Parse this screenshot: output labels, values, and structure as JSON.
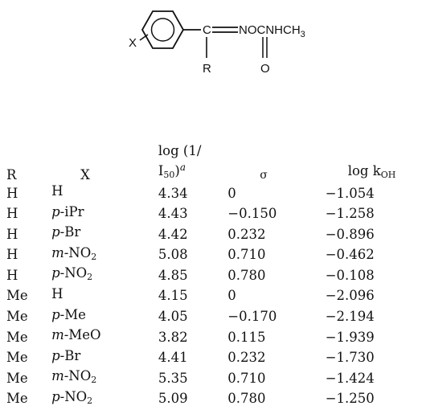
{
  "structure": {
    "substituent_label": "X",
    "r_label": "R",
    "carbon_label": "C",
    "chain_label": "NOCNHCH",
    "chain_subscript": "3",
    "carbonyl_c": "C",
    "carbonyl_o": "O"
  },
  "table": {
    "headers": {
      "r": "R",
      "x": "X",
      "log_line1": "log (1/",
      "log_line2_main": "I",
      "log_line2_sub": "50",
      "log_line2_close": ")",
      "log_footnote": "a",
      "sigma": "σ",
      "koh_main": "log k",
      "koh_sub": "OH"
    },
    "rows": [
      {
        "r": "H",
        "x_prefix": "",
        "x_main": "H",
        "x_sub": "",
        "log": "4.34",
        "sigma": "0",
        "koh": "−1.054"
      },
      {
        "r": "H",
        "x_prefix": "p",
        "x_main": "-iPr",
        "x_sub": "",
        "log": "4.43",
        "sigma": "−0.150",
        "koh": "−1.258"
      },
      {
        "r": "H",
        "x_prefix": "p",
        "x_main": "-Br",
        "x_sub": "",
        "log": "4.42",
        "sigma": "0.232",
        "koh": "−0.896"
      },
      {
        "r": "H",
        "x_prefix": "m",
        "x_main": "-NO",
        "x_sub": "2",
        "log": "5.08",
        "sigma": "0.710",
        "koh": "−0.462"
      },
      {
        "r": "H",
        "x_prefix": "p",
        "x_main": "-NO",
        "x_sub": "2",
        "log": "4.85",
        "sigma": "0.780",
        "koh": "−0.108"
      },
      {
        "r": "Me",
        "x_prefix": "",
        "x_main": "H",
        "x_sub": "",
        "log": "4.15",
        "sigma": "0",
        "koh": "−2.096"
      },
      {
        "r": "Me",
        "x_prefix": "p",
        "x_main": "-Me",
        "x_sub": "",
        "log": "4.05",
        "sigma": "−0.170",
        "koh": "−2.194"
      },
      {
        "r": "Me",
        "x_prefix": "m",
        "x_main": "-MeO",
        "x_sub": "",
        "log": "3.82",
        "sigma": "0.115",
        "koh": "−1.939"
      },
      {
        "r": "Me",
        "x_prefix": "p",
        "x_main": "-Br",
        "x_sub": "",
        "log": "4.41",
        "sigma": "0.232",
        "koh": "−1.730"
      },
      {
        "r": "Me",
        "x_prefix": "m",
        "x_main": "-NO",
        "x_sub": "2",
        "log": "5.35",
        "sigma": "0.710",
        "koh": "−1.424"
      },
      {
        "r": "Me",
        "x_prefix": "p",
        "x_main": "-NO",
        "x_sub": "2",
        "log": "5.09",
        "sigma": "0.780",
        "koh": "−1.250"
      }
    ]
  }
}
